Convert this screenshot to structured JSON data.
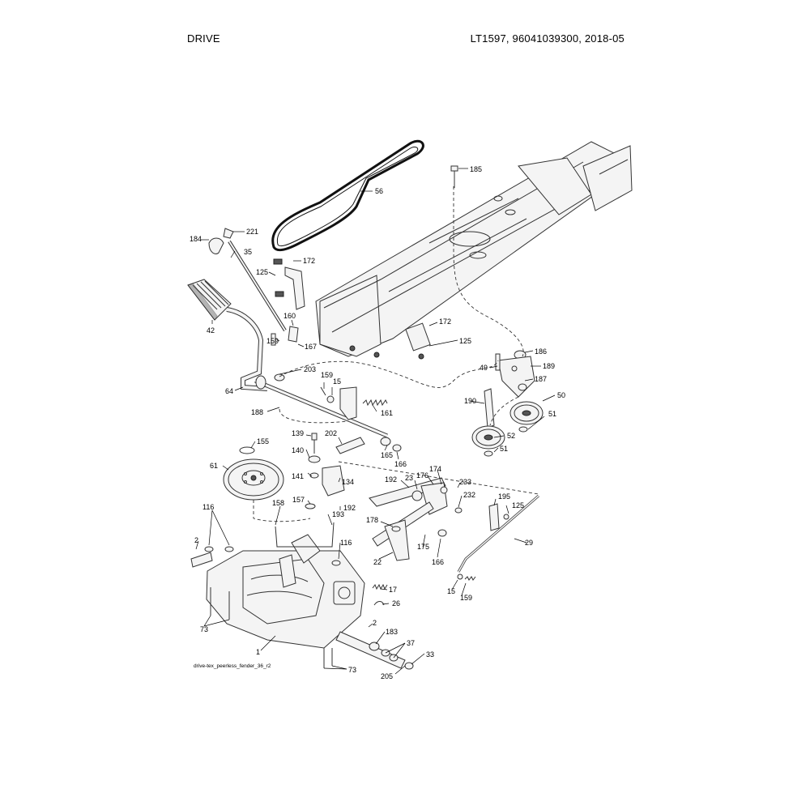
{
  "header": {
    "section": "DRIVE",
    "model": "LT1597, 96041039300, 2018-05"
  },
  "diagram": {
    "file_name": "drive-tex_peerless_fender_36_r2",
    "callouts": {
      "c185": "185",
      "c56": "56",
      "c221": "221",
      "c184": "184",
      "c35": "35",
      "c172a": "172",
      "c125a": "125",
      "c42": "42",
      "c160": "160",
      "c159a": "159",
      "c167": "167",
      "c172b": "172",
      "c125b": "125",
      "c186": "186",
      "c49": "49",
      "c189": "189",
      "c187": "187",
      "c64": "64",
      "c203": "203",
      "c159b": "159",
      "c15a": "15",
      "c50": "50",
      "c190": "190",
      "c188": "188",
      "c161": "161",
      "c51a": "51",
      "c52": "52",
      "c51b": "51",
      "c139": "139",
      "c202": "202",
      "c155": "155",
      "c140": "140",
      "c165": "165",
      "c166a": "166",
      "c61": "61",
      "c141": "141",
      "c134": "134",
      "c192a": "192",
      "c23": "23",
      "c176": "176",
      "c174": "174",
      "c233": "233",
      "c232": "232",
      "c195": "195",
      "c125c": "125",
      "c157": "157",
      "c192b": "192",
      "c116a": "116",
      "c158": "158",
      "c193": "193",
      "c178": "178",
      "c175": "175",
      "c29": "29",
      "c2a": "2",
      "c116b": "116",
      "c22": "22",
      "c166b": "166",
      "c17": "17",
      "c15b": "15",
      "c159c": "159",
      "c26": "26",
      "c73a": "73",
      "c1": "1",
      "c2b": "2",
      "c183": "183",
      "c37": "37",
      "c33": "33",
      "c73b": "73",
      "c205": "205"
    }
  }
}
